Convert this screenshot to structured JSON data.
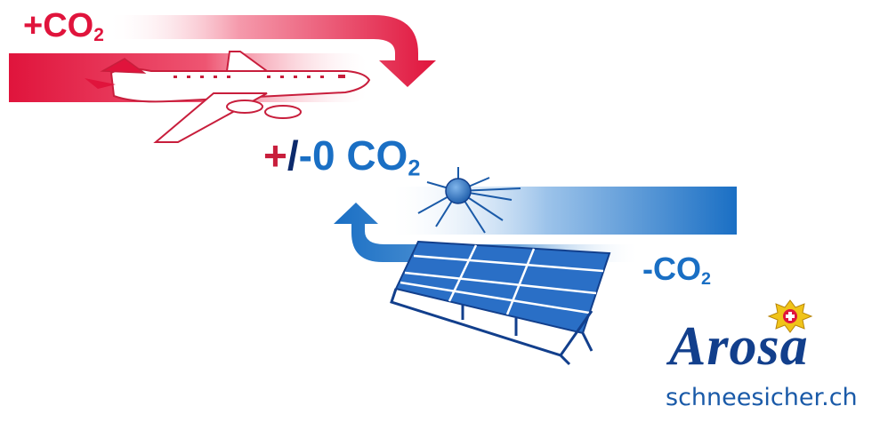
{
  "labels": {
    "plus_prefix": "+",
    "co2_base": "CO",
    "co2_sub": "2",
    "minus_prefix": "-",
    "neutral_plus": "+",
    "neutral_slash": "/",
    "neutral_rest": "-0 CO"
  },
  "logo": {
    "wordmark": "Arosa",
    "url": "schneesicher.ch"
  },
  "icons": [
    "airplane-icon",
    "sun-icon",
    "solar-panel-icon",
    "swiss-badge-icon"
  ],
  "colors": {
    "red": "#e0143c",
    "blue": "#1a6fc4",
    "navy": "#123f8c"
  }
}
